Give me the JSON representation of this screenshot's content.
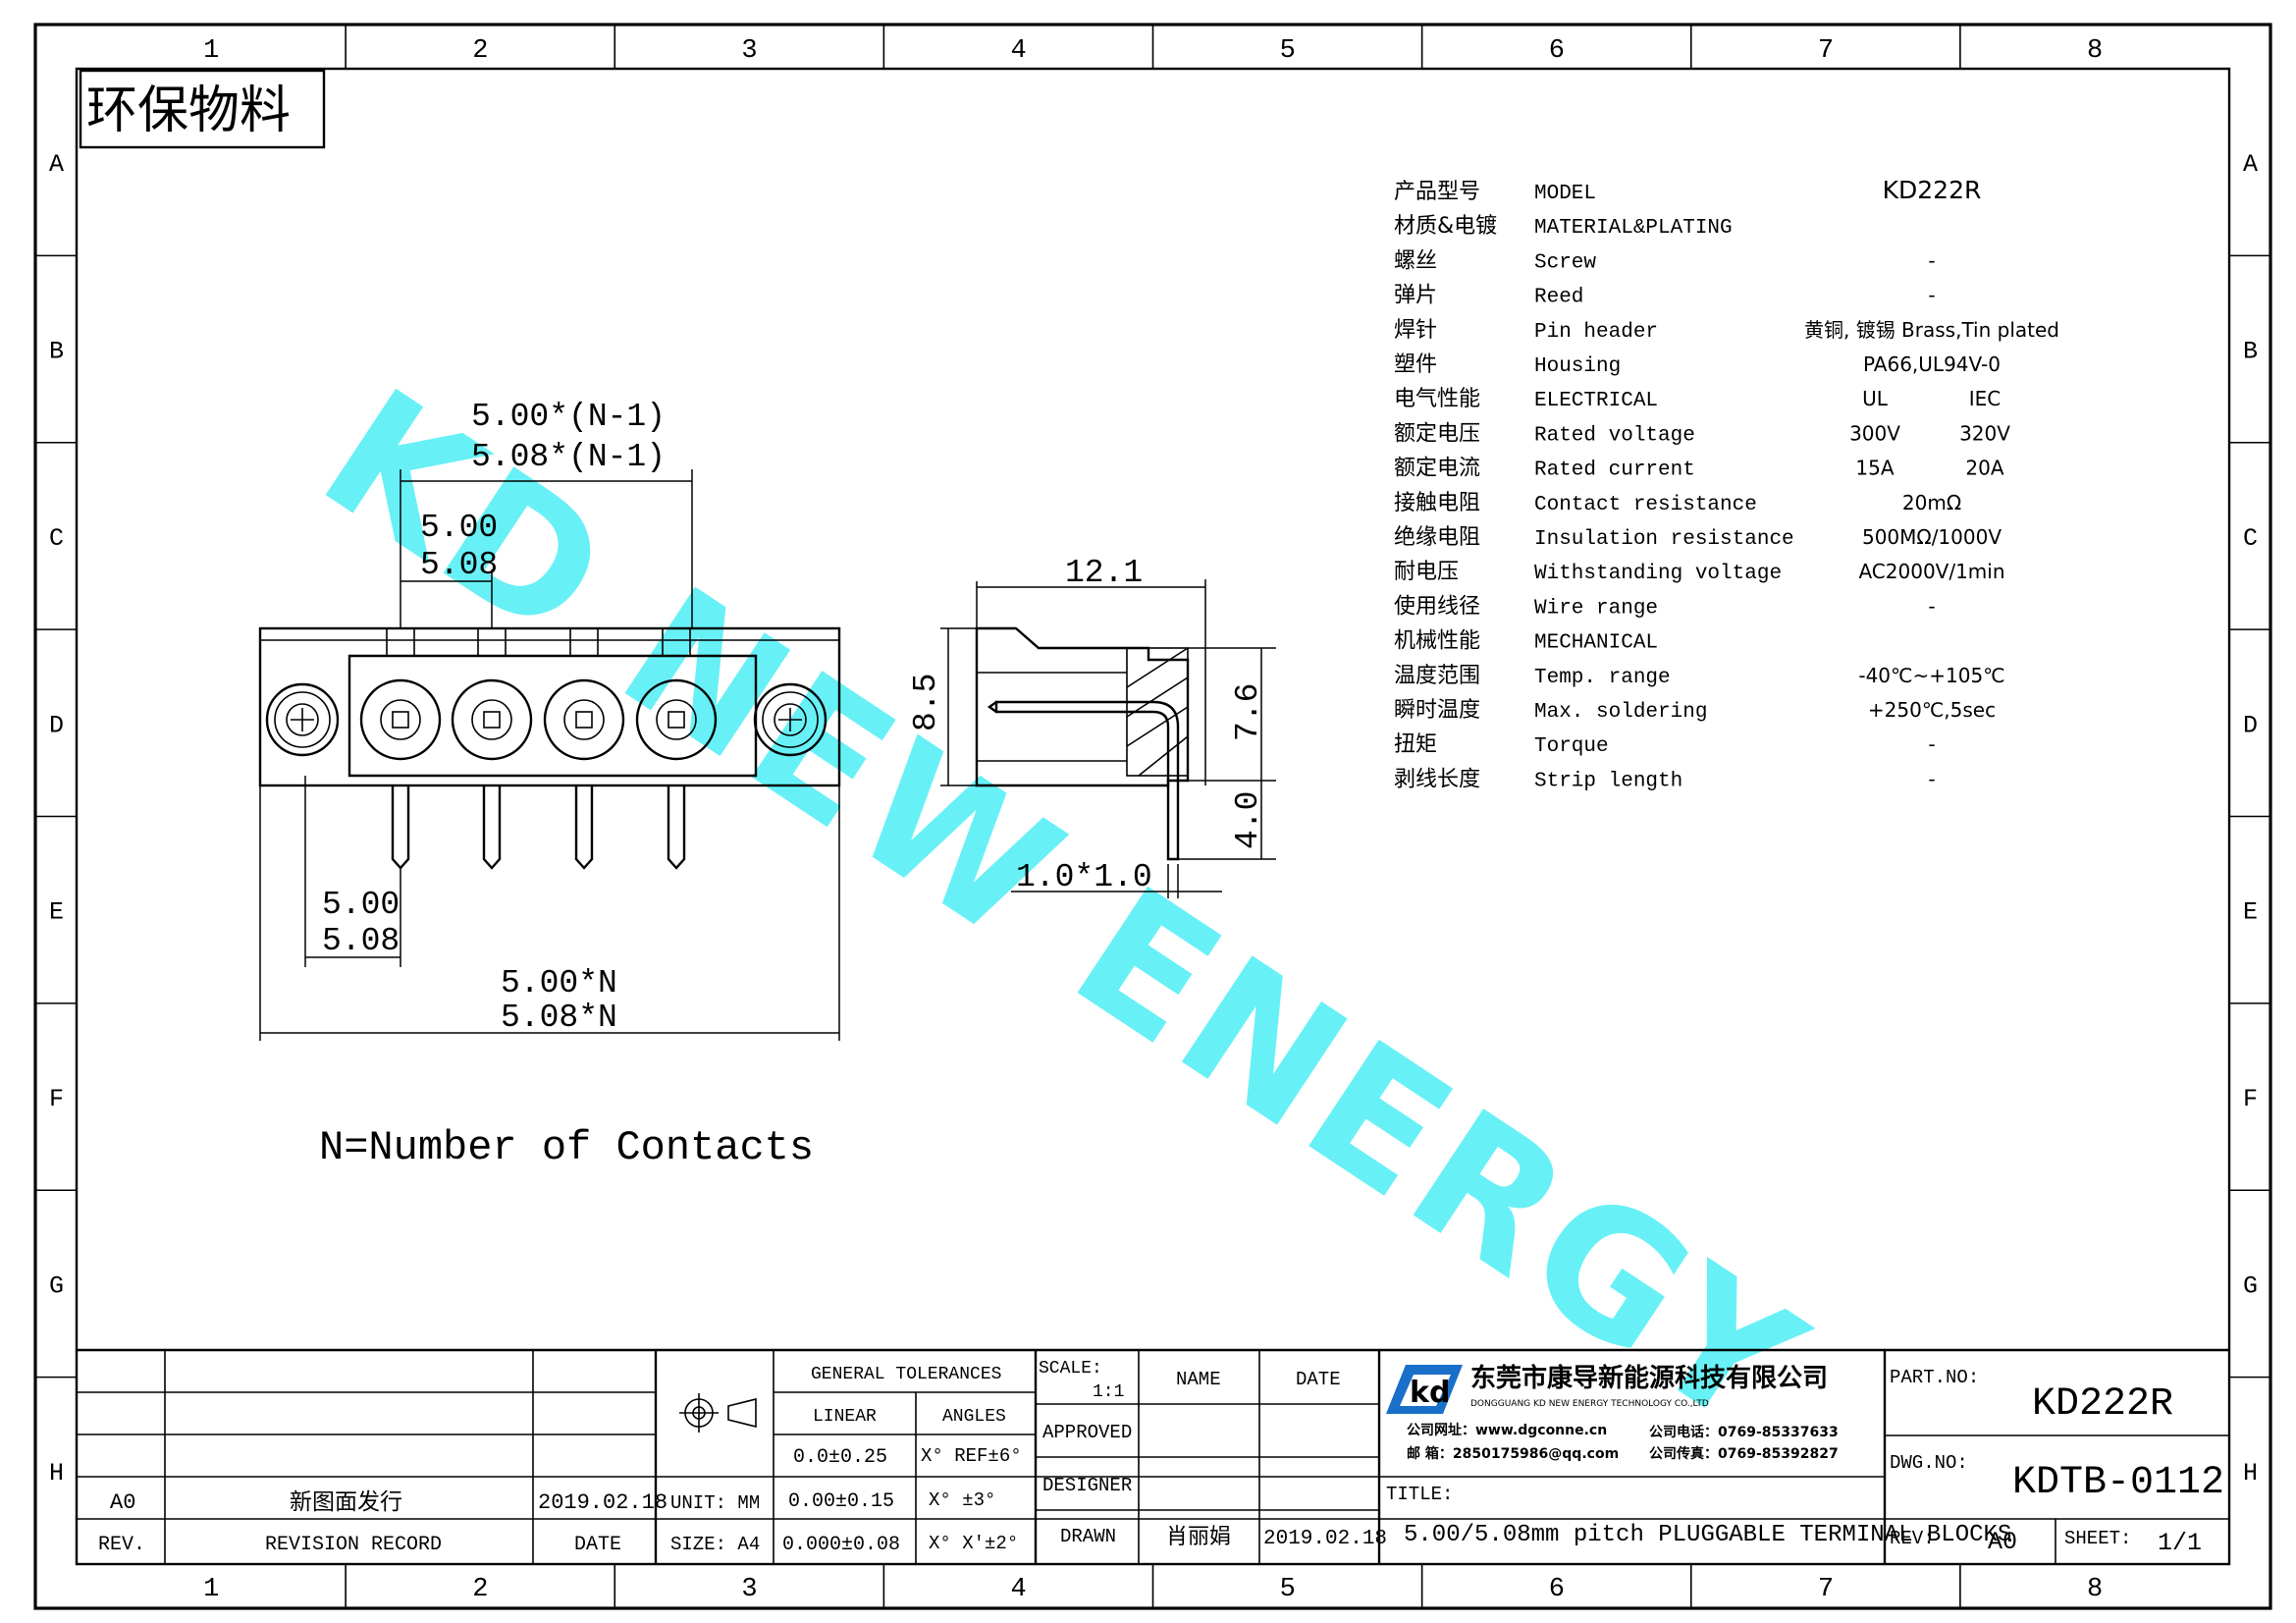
{
  "border": {
    "cols": [
      "1",
      "2",
      "3",
      "4",
      "5",
      "6",
      "7",
      "8"
    ],
    "rows": [
      "A",
      "B",
      "C",
      "D",
      "E",
      "F",
      "G",
      "H"
    ]
  },
  "eco_label": "环保物料",
  "watermark": "KD NEW ENERGY",
  "front_view": {
    "dim_pitch_n1_a": "5.00*(N-1)",
    "dim_pitch_n1_b": "5.08*(N-1)",
    "dim_pitch_a": "5.00",
    "dim_pitch_b": "5.08",
    "dim_edge_a": "5.00",
    "dim_edge_b": "5.08",
    "dim_total_a": "5.00*N",
    "dim_total_b": "5.08*N"
  },
  "side_view": {
    "dim_width": "12.1",
    "dim_height": "8.5",
    "dim_body": "7.6",
    "dim_pin_len": "4.0",
    "dim_pin": "1.0*1.0"
  },
  "note": "N=Number of Contacts",
  "spec": [
    {
      "cn": "产品型号",
      "en": "MODEL",
      "v1": "KD222R",
      "v2": ""
    },
    {
      "cn": "材质&电镀",
      "en": "MATERIAL&PLATING",
      "v1": "",
      "v2": ""
    },
    {
      "cn": "螺丝",
      "en": "Screw",
      "v1": "-",
      "v2": ""
    },
    {
      "cn": "弹片",
      "en": "Reed",
      "v1": "-",
      "v2": ""
    },
    {
      "cn": "焊针",
      "en": "Pin header",
      "v1": "黄铜, 镀锡 Brass,Tin plated",
      "v2": ""
    },
    {
      "cn": "塑件",
      "en": "Housing",
      "v1": "PA66,UL94V-0",
      "v2": ""
    },
    {
      "cn": "电气性能",
      "en": "ELECTRICAL",
      "v1": "UL",
      "v2": "IEC"
    },
    {
      "cn": "额定电压",
      "en": "Rated voltage",
      "v1": "300V",
      "v2": "320V"
    },
    {
      "cn": "额定电流",
      "en": "Rated current",
      "v1": "15A",
      "v2": "20A"
    },
    {
      "cn": "接触电阻",
      "en": "Contact resistance",
      "v1": "20mΩ",
      "v2": ""
    },
    {
      "cn": "绝缘电阻",
      "en": "Insulation resistance",
      "v1": "500MΩ/1000V",
      "v2": ""
    },
    {
      "cn": "耐电压",
      "en": "Withstanding voltage",
      "v1": "AC2000V/1min",
      "v2": ""
    },
    {
      "cn": "使用线径",
      "en": "Wire range",
      "v1": "-",
      "v2": ""
    },
    {
      "cn": "机械性能",
      "en": "MECHANICAL",
      "v1": "",
      "v2": ""
    },
    {
      "cn": "温度范围",
      "en": "Temp. range",
      "v1": "-40℃~+105℃",
      "v2": ""
    },
    {
      "cn": "瞬时温度",
      "en": "Max. soldering",
      "v1": "+250℃,5sec",
      "v2": ""
    },
    {
      "cn": "扭矩",
      "en": "Torque",
      "v1": "-",
      "v2": ""
    },
    {
      "cn": "剥线长度",
      "en": "Strip length",
      "v1": "-",
      "v2": ""
    }
  ],
  "title_block": {
    "rev_code": "A0",
    "rev_desc": "新图面发行",
    "rev_date": "2019.02.18",
    "rev_hdr": "REV.",
    "record_hdr": "REVISION RECORD",
    "date_hdr": "DATE",
    "unit": "UNIT: MM",
    "size": "SIZE: A4",
    "gen_tol": "GENERAL TOLERANCES",
    "linear": "LINEAR",
    "angles": "ANGLES",
    "lin1": "0.0±0.25",
    "lin2": "0.00±0.15",
    "lin3": "0.000±0.08",
    "ang1": "X° REF±6°",
    "ang2": "X° ±3°",
    "ang3": "X° X'±2°",
    "scale_lbl": "SCALE:",
    "scale_val": "1:1",
    "name_hdr": "NAME",
    "date_hdr2": "DATE",
    "approved": "APPROVED",
    "designer": "DESIGNER",
    "drawn": "DRAWN",
    "drawn_name": "肖丽娟",
    "drawn_date": "2019.02.18",
    "company_cn": "东莞市康导新能源科技有限公司",
    "company_en": "DONGGUANG KD NEW ENERGY TECHNOLOGY CO.,LTD",
    "web": "公司网址：www.dgconne.cn",
    "phone": "公司电话：0769-85337633",
    "email": "邮    箱：2850175986@qq.com",
    "fax": "公司传真：0769-85392827",
    "title_lbl": "TITLE:",
    "title": "5.00/5.08mm pitch PLUGGABLE TERMINAL BLOCKS",
    "part_lbl": "PART.NO:",
    "part_no": "KD222R",
    "dwg_lbl": "DWG.NO:",
    "dwg_no": "KDTB-0112",
    "rev_lbl": "REV:",
    "rev_val": "A0",
    "sheet_lbl": "SHEET:",
    "sheet_val": "1/1",
    "logo_letters": "kd"
  }
}
